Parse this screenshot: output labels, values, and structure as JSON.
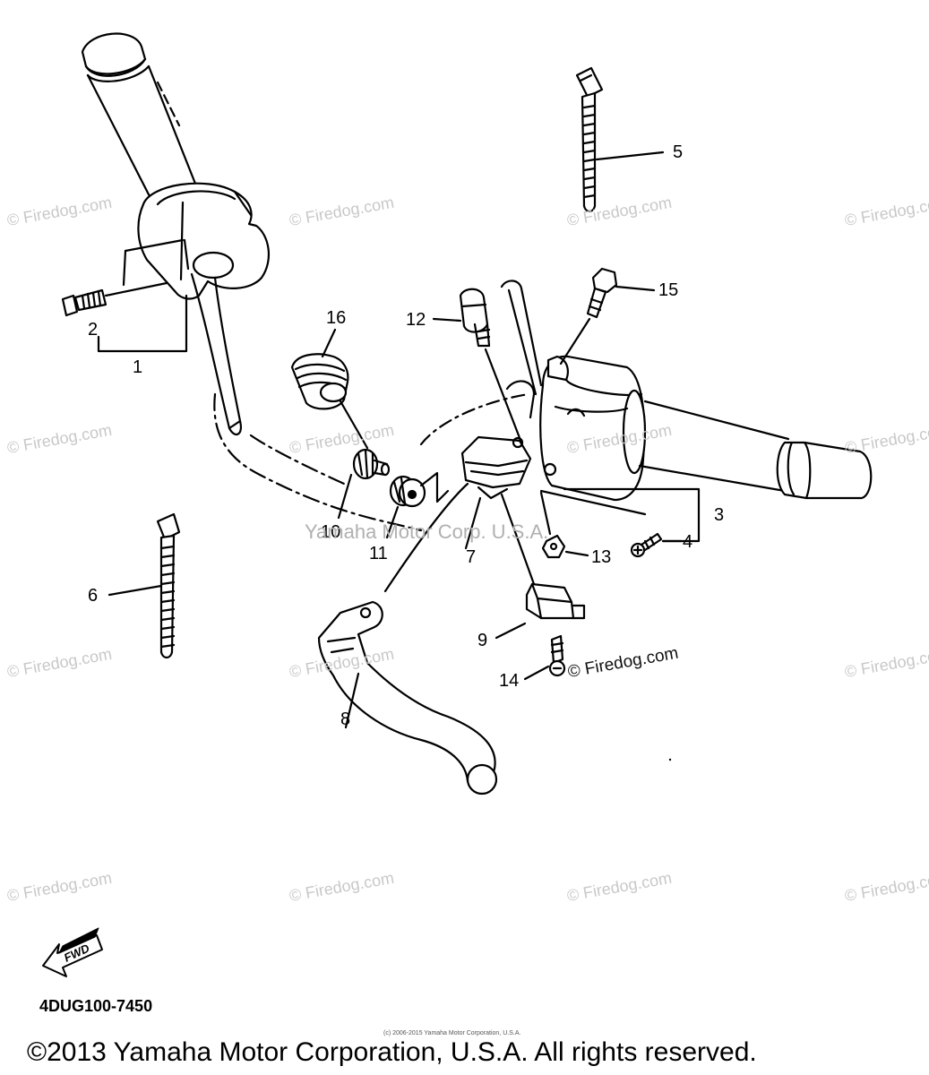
{
  "parts": {
    "p1": "1",
    "p2": "2",
    "p3": "3",
    "p4": "4",
    "p5": "5",
    "p6": "6",
    "p7": "7",
    "p8": "8",
    "p9": "9",
    "p10": "10",
    "p11": "11",
    "p12": "12",
    "p13": "13",
    "p14": "14",
    "p15": "15",
    "p16": "16"
  },
  "watermark": {
    "firedog": "© Firedog.com",
    "center": "Yamaha Motor Corp. U.S.A."
  },
  "fwd_arrow_text": "FWD",
  "diagram_code": "4DUG100-7450",
  "tiny_credit": "(c) 2006-2015 Yamaha Motor Corporation, U.S.A.",
  "copyright": "©2013 Yamaha Motor Corporation, U.S.A. All rights reserved."
}
